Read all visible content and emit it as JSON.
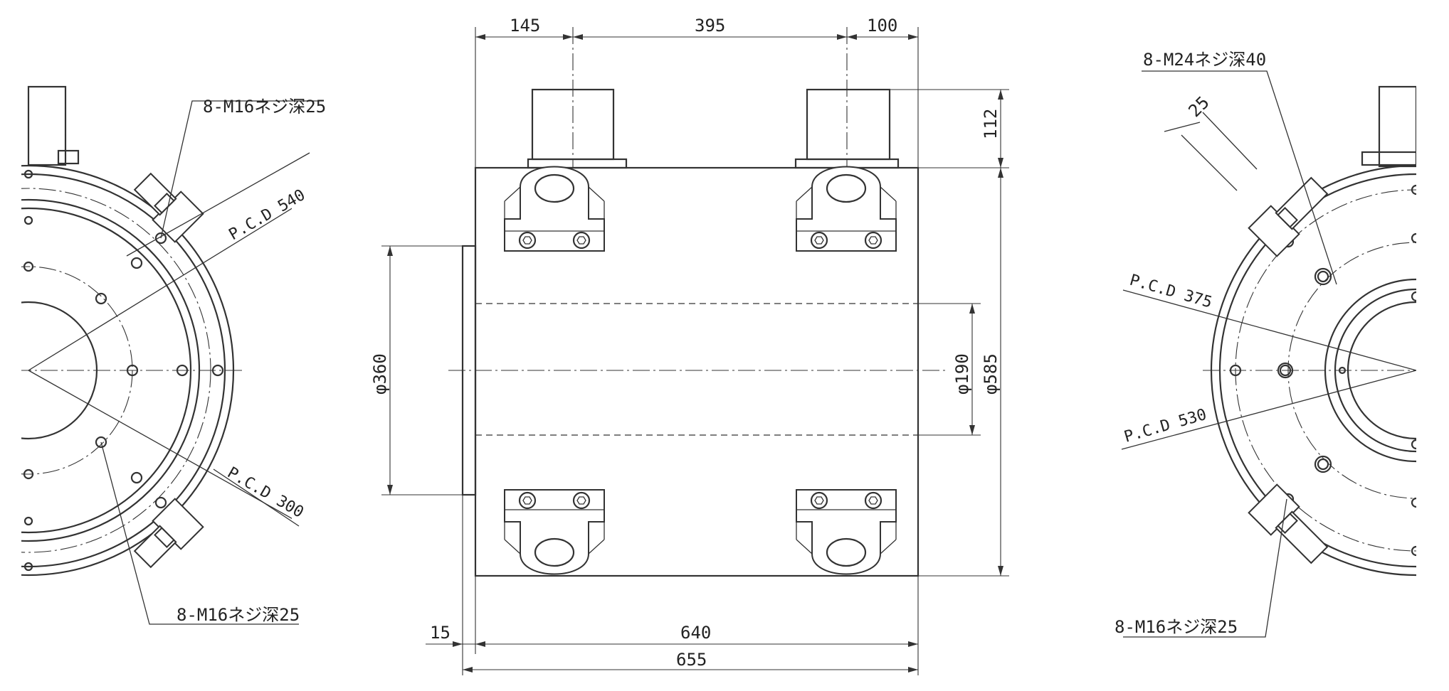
{
  "dimensions": {
    "top_145": "145",
    "top_395": "395",
    "top_100": "100",
    "right_112": "112",
    "phi_190": "φ190",
    "phi_585": "φ585",
    "phi_360": "φ360",
    "bottom_15": "15",
    "bottom_640": "640",
    "bottom_655": "655"
  },
  "left_view": {
    "note_top": "8-M16ネジ深25",
    "pcd_outer": "P.C.D 540",
    "pcd_inner": "P.C.D 300",
    "note_bottom": "8-M16ネジ深25"
  },
  "right_view": {
    "note_top": "8-M24ネジ深40",
    "dim_25": "25",
    "pcd_375": "P.C.D 375",
    "pcd_530": "P.C.D 530",
    "note_bottom": "8-M16ネジ深25"
  }
}
